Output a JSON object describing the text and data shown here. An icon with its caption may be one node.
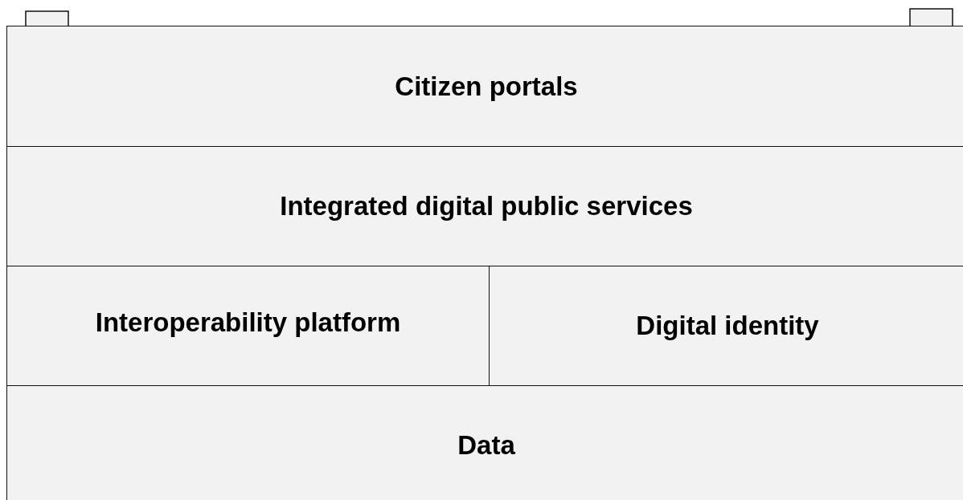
{
  "diagram": {
    "nodes": [
      {
        "text": [
          "Citizen portals"
        ]
      },
      {
        "text": [
          "Integrated digital public services"
        ]
      },
      {
        "text": [
          "Interoperability platform"
        ]
      },
      {
        "text": [
          "Digital identity"
        ]
      },
      {
        "text": [
          "Data"
        ]
      }
    ]
  }
}
